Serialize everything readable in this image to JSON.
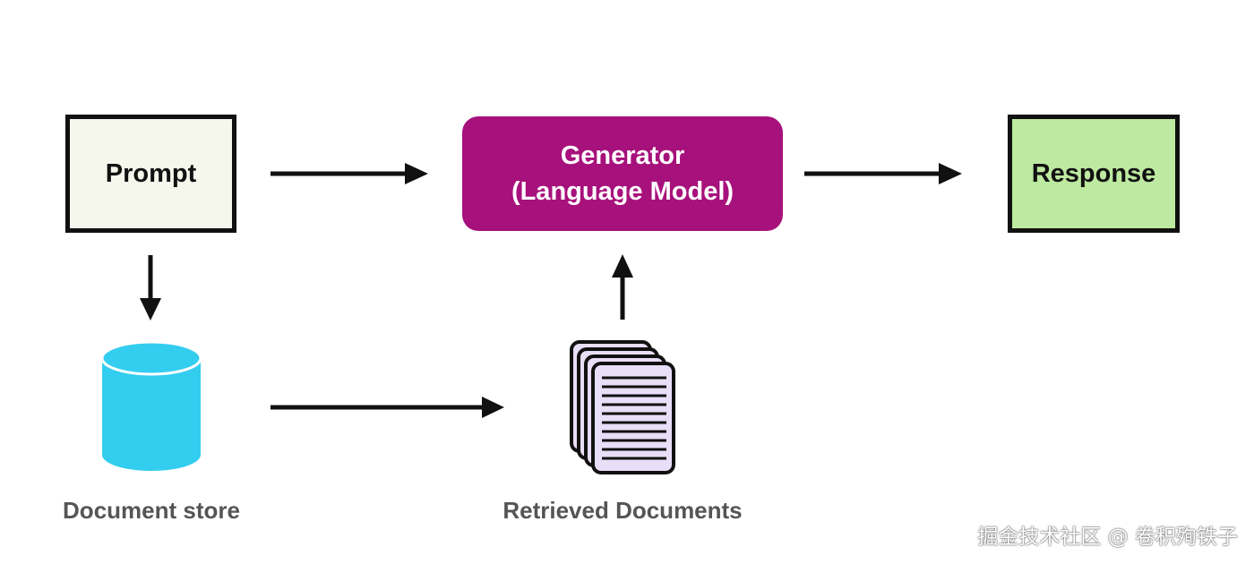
{
  "nodes": {
    "prompt": {
      "label": "Prompt"
    },
    "generator": {
      "line1": "Generator",
      "line2": "(Language Model)"
    },
    "response": {
      "label": "Response"
    }
  },
  "labels": {
    "document_store": "Document store",
    "retrieved_documents": "Retrieved Documents"
  },
  "watermark": "掘金技术社区 @ 卷积殉铁子",
  "colors": {
    "prompt_fill": "#f5f7ec",
    "generator_fill": "#a7117c",
    "response_fill": "#bde9a0",
    "database_fill": "#33cdef",
    "documents_fill": "#e8def8",
    "arrow": "#111111",
    "label_text": "#555555"
  },
  "icons": {
    "database": "database-cylinder-icon",
    "documents": "document-stack-icon"
  }
}
